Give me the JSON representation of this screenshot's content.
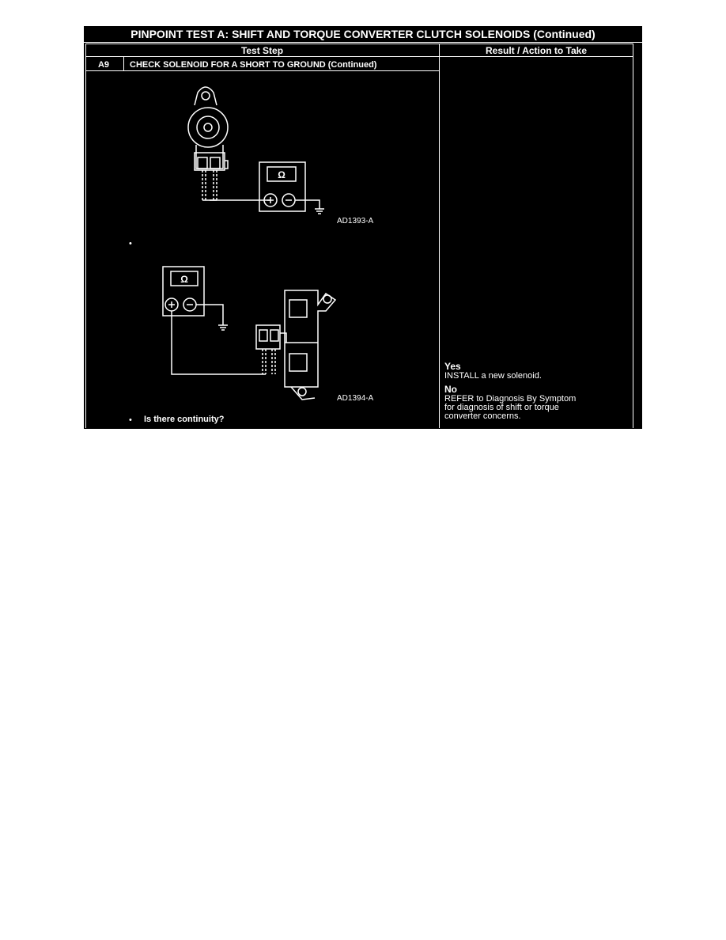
{
  "table": {
    "title": "PINPOINT TEST  A: SHIFT AND TORQUE CONVERTER CLUTCH SOLENOIDS (Continued)",
    "col_test_step": "Test Step",
    "col_result": "Result / Action to Take",
    "step_id": "A9",
    "step_title": "CHECK SOLENOID FOR A SHORT TO GROUND (Continued)"
  },
  "figures": {
    "fig1_id": "AD1393-A",
    "fig2_id": "AD1394-A",
    "ohm_symbol": "Ω",
    "icons": [
      "ohmmeter-icon",
      "ground-symbol-icon",
      "solenoid-icon",
      "connector-icon"
    ]
  },
  "instructions": {
    "bullet": "•",
    "question": "Is there continuity?"
  },
  "result": {
    "yes_label": "Yes",
    "yes_text": "INSTALL a new solenoid.",
    "no_label": "No",
    "no_lines": [
      "REFER to Diagnosis By Symptom",
      "for diagnosis of shift or torque",
      "converter concerns."
    ]
  },
  "colors": {
    "background": "#000000",
    "foreground": "#ffffff",
    "page": "#ffffff"
  }
}
